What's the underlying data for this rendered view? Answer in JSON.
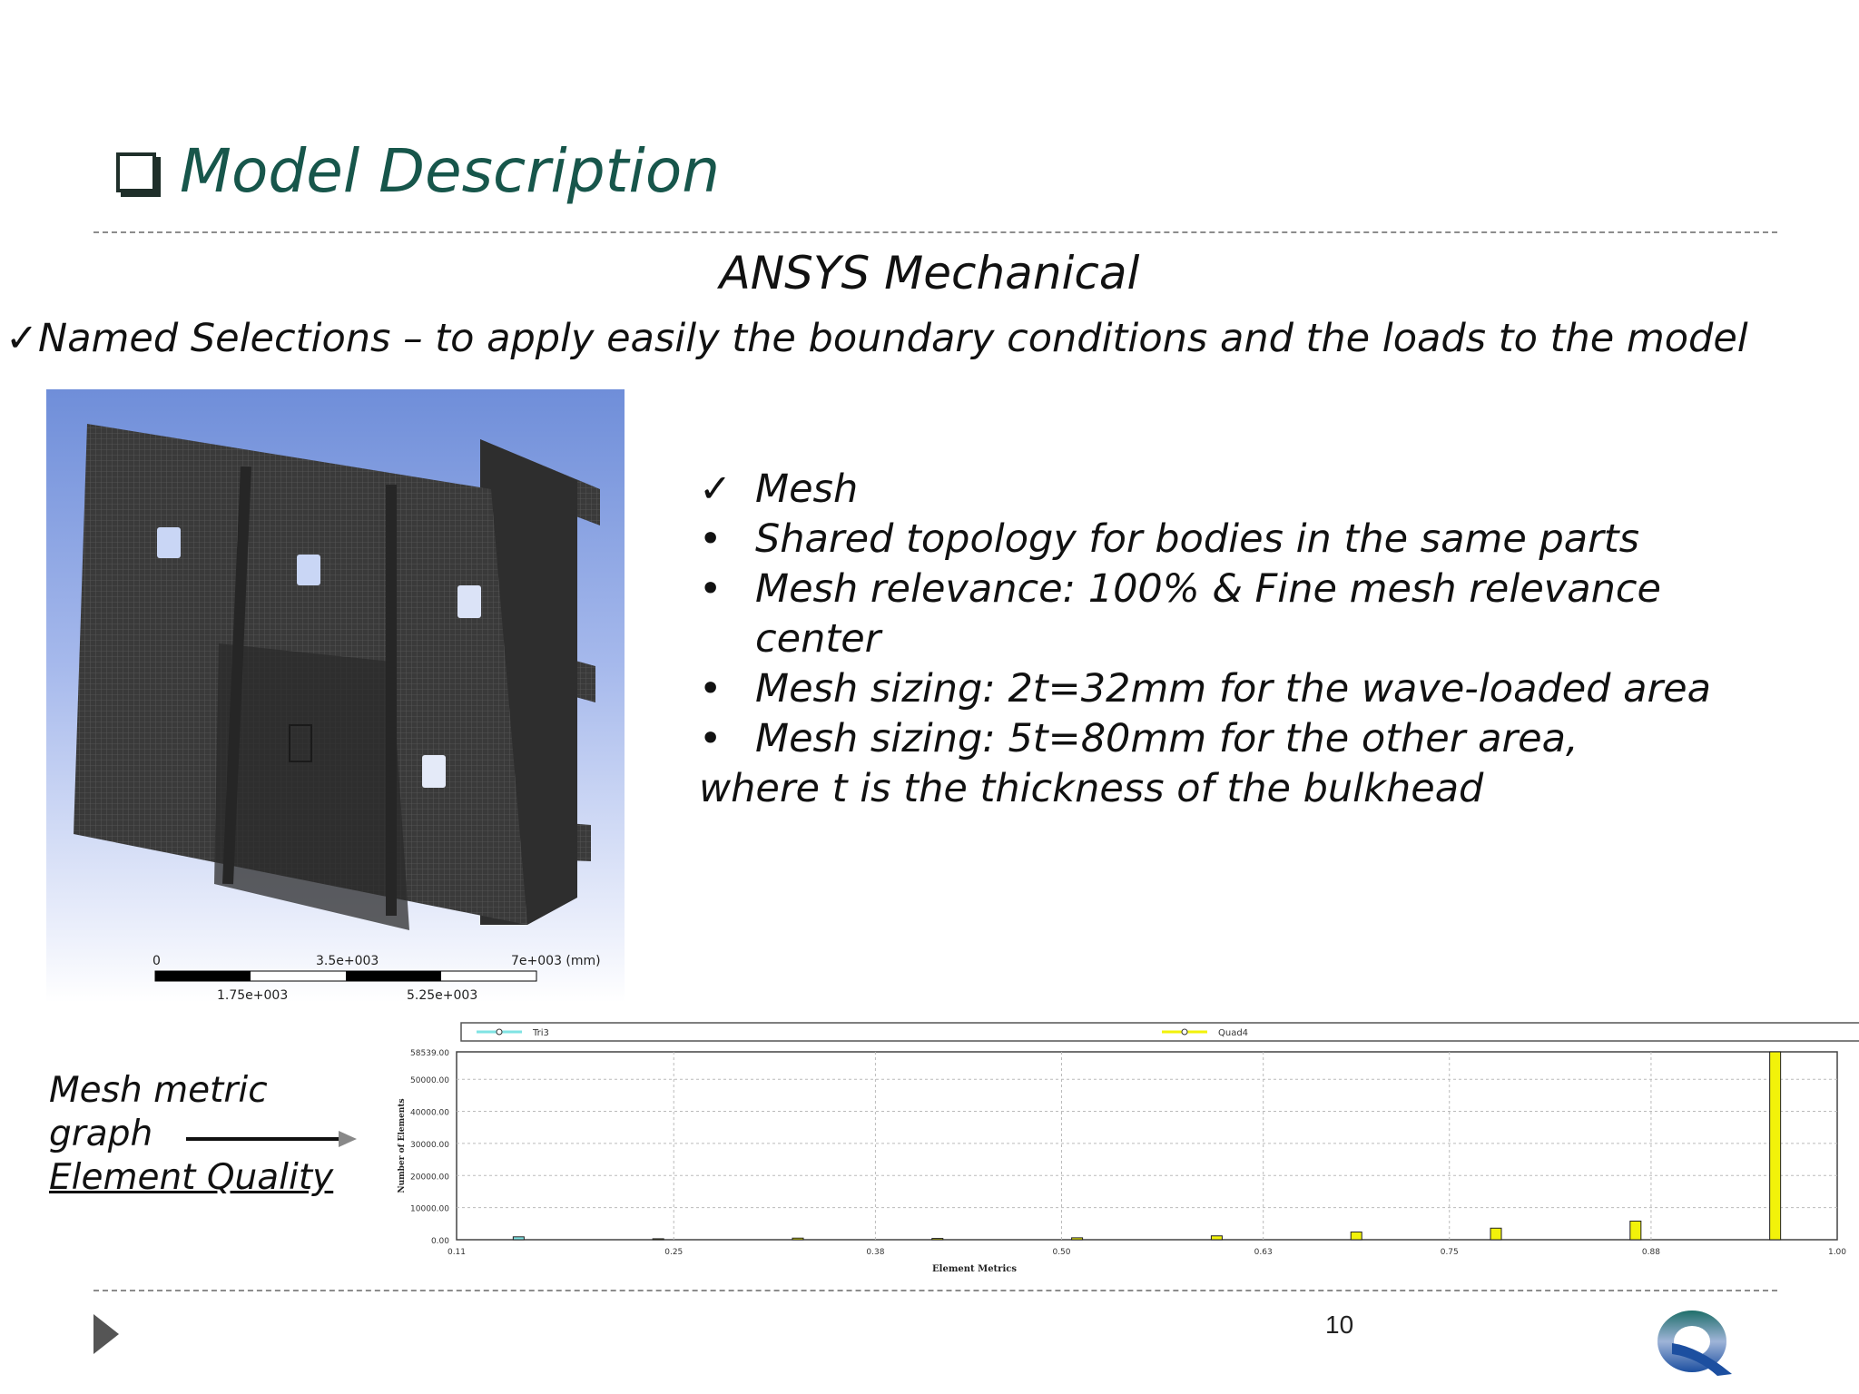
{
  "header": {
    "title": "Model Description"
  },
  "subtitle": "ANSYS Mechanical",
  "named_selections": {
    "check": "✓",
    "text": "Named Selections – to apply easily the boundary conditions and the loads to the model"
  },
  "mesh_image": {
    "scale_labels": {
      "t0": "0",
      "t1": "3.5e+003",
      "t2": "7e+003 (mm)",
      "b1": "1.75e+003",
      "b2": "5.25e+003"
    }
  },
  "bullets": {
    "check": "✓",
    "dot": "•",
    "mesh": "Mesh",
    "shared": "Shared topology for bodies in the same parts",
    "relevance_1": "Mesh relevance: 100% & Fine mesh relevance",
    "relevance_2": "center",
    "sizing_wave": "Mesh sizing: 2t=32mm for the wave-loaded area",
    "sizing_other": "Mesh sizing: 5t=80mm for the other area,",
    "note": "where t is the thickness of the bulkhead"
  },
  "mesh_metric": {
    "line1": "Mesh metric",
    "line2": "graph",
    "line3": "Element Quality"
  },
  "chart_data": {
    "type": "bar",
    "xlabel": "Element Metrics",
    "ylabel": "Number of Elements",
    "xlim": [
      0.11,
      1.0
    ],
    "ylim": [
      0,
      58539
    ],
    "xticks": [
      "0.11",
      "0.25",
      "0.38",
      "0.50",
      "0.63",
      "0.75",
      "0.88",
      "1.00"
    ],
    "yticks": [
      "58539.00",
      "50000.00",
      "40000.00",
      "30000.00",
      "20000.00",
      "10000.00",
      "0.00"
    ],
    "legend": [
      "Tri3",
      "Quad4"
    ],
    "legend_position": "top",
    "series": [
      {
        "name": "Tri3",
        "color": "#7fe3e3",
        "x": [
          0.15
        ],
        "values": [
          900
        ]
      },
      {
        "name": "Quad4",
        "color": "#f2f20a",
        "x": [
          0.24,
          0.33,
          0.42,
          0.51,
          0.6,
          0.69,
          0.78,
          0.87,
          0.96
        ],
        "values": [
          300,
          500,
          400,
          600,
          1200,
          2400,
          3600,
          5800,
          58539
        ]
      }
    ]
  },
  "footer": {
    "page": "10"
  },
  "colors": {
    "title": "#17564b",
    "accent_tri": "#7fe3e3",
    "accent_quad": "#f2f20a"
  }
}
